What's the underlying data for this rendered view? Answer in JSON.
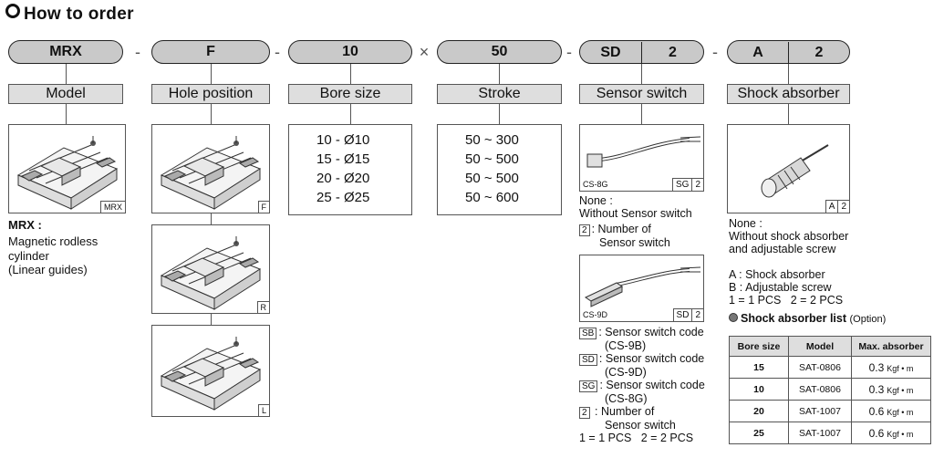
{
  "title": "How to order",
  "codes": [
    {
      "segments": [
        "MRX"
      ]
    },
    {
      "segments": [
        "F"
      ]
    },
    {
      "segments": [
        "10"
      ]
    },
    {
      "segments": [
        "50"
      ]
    },
    {
      "segments": [
        "SD",
        "2"
      ]
    },
    {
      "segments": [
        "A",
        "2"
      ]
    }
  ],
  "separators": [
    "-",
    "-",
    "×",
    "-",
    "-"
  ],
  "sections": {
    "model": {
      "label": "Model",
      "image_tag": "MRX",
      "name": "MRX :",
      "description": [
        "Magnetic rodless",
        "cylinder",
        "(Linear guides)"
      ]
    },
    "hole_position": {
      "label": "Hole position",
      "image_tags": [
        "F",
        "R",
        "L"
      ]
    },
    "bore_size": {
      "label": "Bore size",
      "items": [
        "10 - Ø10",
        "15 - Ø15",
        "20 - Ø20",
        "25 - Ø25"
      ]
    },
    "stroke": {
      "label": "Stroke",
      "items": [
        "50 ~ 300",
        "50 ~ 500",
        "50 ~ 500",
        "50 ~ 600"
      ]
    },
    "sensor_switch": {
      "label": "Sensor switch",
      "image1": {
        "name": "CS-8G",
        "tags": [
          "SG",
          "2"
        ]
      },
      "none_lines": [
        "None :",
        "Without Sensor switch"
      ],
      "number_code": "2",
      "number_lines": [
        ": Number of",
        "Sensor switch"
      ],
      "image2": {
        "name": "CS-9D",
        "tags": [
          "SD",
          "2"
        ]
      },
      "codes": [
        {
          "code": "SB",
          "line1": ": Sensor switch code",
          "line2": "(CS-9B)"
        },
        {
          "code": "SD",
          "line1": ": Sensor switch code",
          "line2": "(CS-9D)"
        },
        {
          "code": "SG",
          "line1": ": Sensor switch code",
          "line2": "(CS-8G)"
        }
      ],
      "count_code": "2",
      "count_lines": [
        ": Number of",
        "Sensor switch"
      ],
      "pcs": "1 = 1 PCS   2 = 2 PCS"
    },
    "shock_absorber": {
      "label": "Shock absorber",
      "image_tags": [
        "A",
        "2"
      ],
      "none_lines": [
        "None :",
        "Without shock absorber",
        "and adjustable screw"
      ],
      "options": [
        "A : Shock absorber",
        "B : Adjustable screw",
        "1 = 1 PCS   2 = 2 PCS"
      ],
      "list_title": "Shock absorber list",
      "list_note": "(Option)",
      "table": {
        "headers": [
          "Bore size",
          "Model",
          "Max. absorber"
        ],
        "rows": [
          [
            "15",
            "SAT-0806",
            "0.3",
            "Kgf • m"
          ],
          [
            "10",
            "SAT-0806",
            "0.3",
            "Kgf • m"
          ],
          [
            "20",
            "SAT-1007",
            "0.6",
            "Kgf • m"
          ],
          [
            "25",
            "SAT-1007",
            "0.6",
            "Kgf • m"
          ]
        ]
      }
    }
  },
  "colors": {
    "pill_fill": "#c9c9c9",
    "label_fill": "#dedede",
    "border": "#222222"
  }
}
